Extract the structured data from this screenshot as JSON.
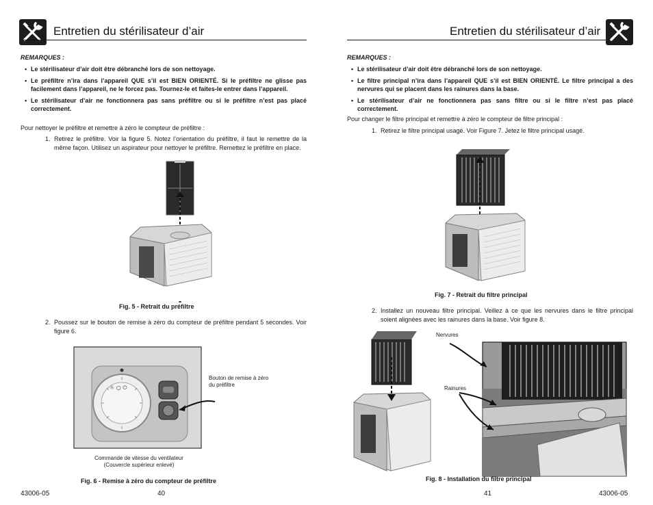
{
  "left_page": {
    "title": "Entretien du stérilisateur d’air",
    "remarques_label": "REMARQUES :",
    "notes": [
      "Le stérilisateur d’air doit être débranché lors de son nettoyage.",
      "Le préfiltre n’ira dans l’appareil QUE s’il est BIEN ORIENTÉ. Si le préfiltre ne glisse pas facilement dans l’appareil, ne le forcez pas. Tournez-le et faites-le entrer dans l’appareil.",
      "Le stérilisateur d’air ne fonctionnera pas sans préfiltre ou si le préfiltre n’est pas placé correctement."
    ],
    "intro": "Pour nettoyer le préfiltre et remettre à zéro le compteur de préfiltre :",
    "step1_num": "1.",
    "step1": "Retirez le préfiltre. Voir la figure 5. Notez l’orientation du préfiltre, il faut le remettre de la même façon. Utilisez un aspirateur pour nettoyer le préfiltre. Remettez le préfiltre en place.",
    "fig5_caption": "Fig. 5 - Retrait du préfiltre",
    "step2_num": "2.",
    "step2": "Poussez sur le bouton de remise à zéro du compteur de préfiltre pendant 5 secondes. Voir figure 6.",
    "fig6_reset_label_line1": "Bouton de remise à zéro",
    "fig6_reset_label_line2": "du préfiltre",
    "fig6_fan_label_line1": "Commande de vitesse du ventilateur",
    "fig6_fan_label_line2": "(Couvercle supérieur enlevé)",
    "fig6_caption": "Fig. 6 - Remise à zéro du compteur de préfiltre",
    "doc_number": "43006-05",
    "page_number": "40"
  },
  "right_page": {
    "title": "Entretien du stérilisateur d’air",
    "remarques_label": "REMARQUES :",
    "notes": [
      "Le stérilisateur d’air doit être débranché lors de son nettoyage.",
      "Le filtre principal n’ira dans l’appareil QUE s’il est BIEN ORIENTÉ. Le filtre principal a des nervures qui se placent dans les rainures dans la base.",
      "Le stérilisateur d’air ne fonctionnera pas sans filtre ou si le filtre n’est pas placé correctement."
    ],
    "intro": "Pour changer le filtre principal et remettre à zéro le compteur de filtre principal :",
    "step1_num": "1.",
    "step1": "Retirez le filtre principal usagé. Voir Figure 7. Jetez le filtre principal usagé.",
    "fig7_caption": "Fig. 7 - Retrait du filtre principal",
    "step2_num": "2.",
    "step2": "Installez un nouveau filtre principal. Veillez à ce que les nervures dans le filtre principal soient alignées avec les rainures dans la base. Voir figure 8.",
    "fig8_label_nervures": "Nervures",
    "fig8_label_rainures": "Rainures",
    "fig8_caption": "Fig. 8 - Installation du filtre principal",
    "page_number": "41",
    "doc_number": "43006-05"
  },
  "icons": {
    "header": "wrench-screwdriver-icon"
  }
}
